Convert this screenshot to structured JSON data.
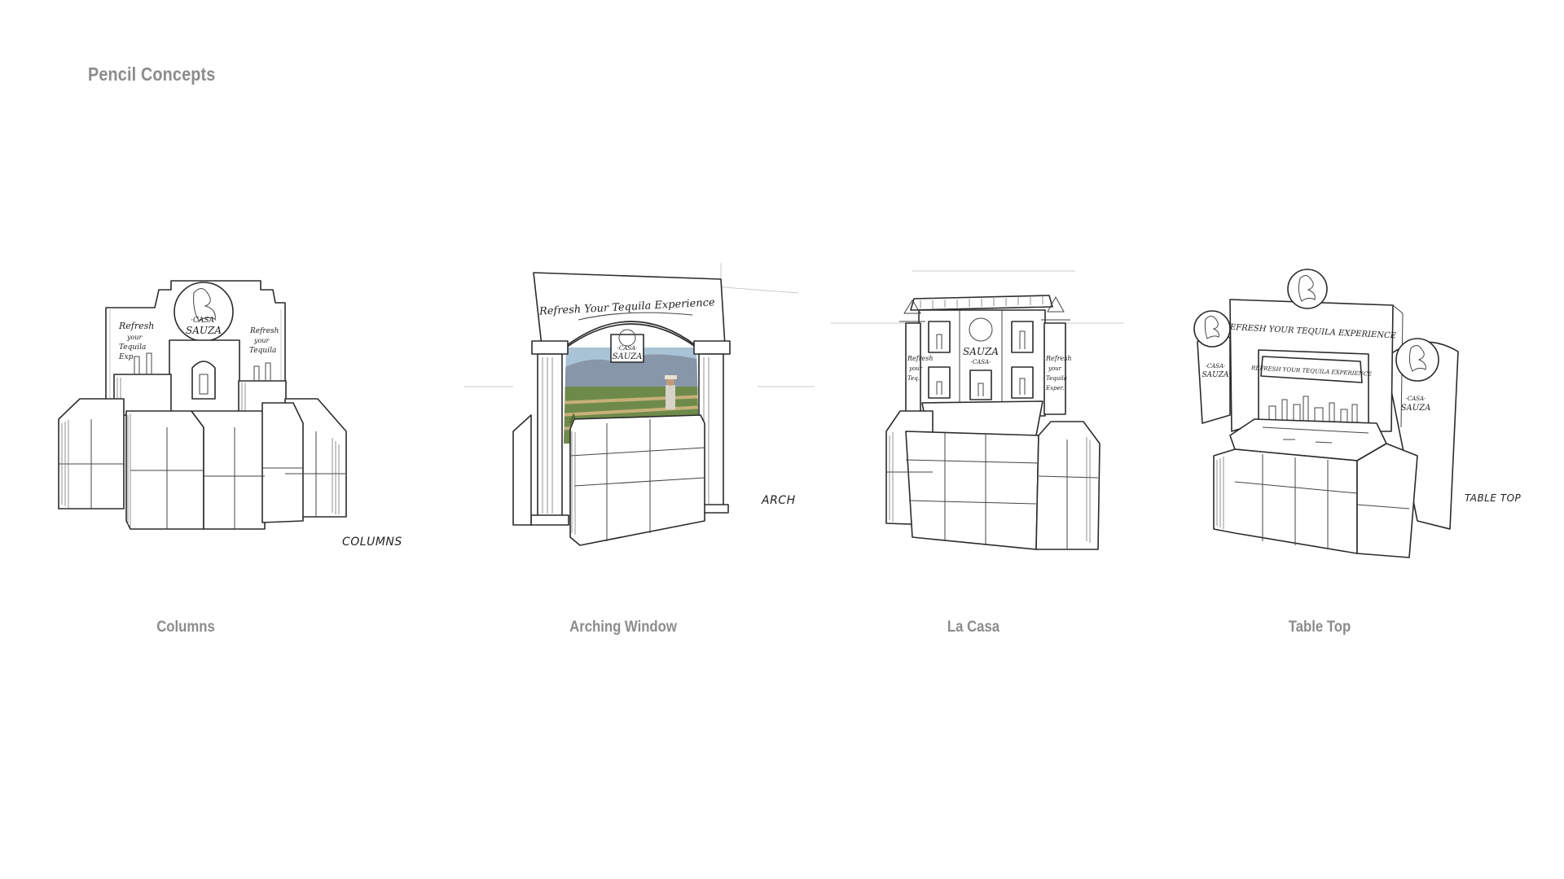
{
  "page": {
    "title": "Pencil Concepts"
  },
  "concepts": [
    {
      "caption": "Columns",
      "sketch_note": "COLUMNS",
      "brand_top": "·CASA·",
      "brand_main": "SAUZA",
      "panel_left": [
        "Refresh",
        "your",
        "Tequila",
        "Exp."
      ],
      "panel_right": [
        "Refresh",
        "your",
        "Tequila"
      ]
    },
    {
      "caption": "Arching Window",
      "sketch_note": "ARCH",
      "brand_top": "·CASA·",
      "brand_main": "SAUZA",
      "banner": "Refresh Your Tequila Experience"
    },
    {
      "caption": "La Casa",
      "sketch_note": "",
      "brand_top": "·CASA·",
      "brand_main": "SAUZA",
      "panel_left": [
        "Refresh",
        "your",
        "Teq."
      ],
      "panel_right": [
        "Refresh",
        "your",
        "Tequila",
        "Exper."
      ]
    },
    {
      "caption": "Table Top",
      "sketch_note": "TABLE TOP",
      "brand_top": "·CASA·",
      "brand_main": "SAUZA",
      "banner": "REFRESH YOUR TEQUILA EXPERIENCE",
      "banner_small": "REFRESH YOUR TEQUILA EXPERIENCE"
    }
  ],
  "colors": {
    "title": "#8c8c8c",
    "sketch": "#2b2b2b",
    "agave": "#6e8a4a",
    "sky": "#a9c3d6"
  }
}
